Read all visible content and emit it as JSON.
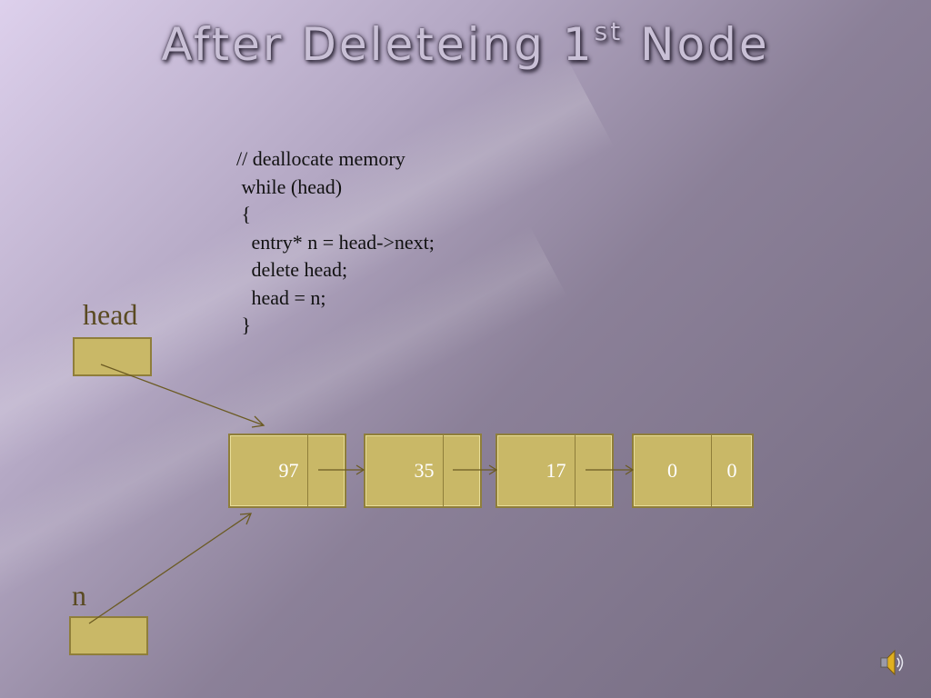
{
  "title": {
    "text": "After Deleteing 1",
    "sup": "st",
    "rest": " Node"
  },
  "code": {
    "lines": [
      "// deallocate memory",
      " while (head)",
      " {",
      "   entry* n = head->next;",
      "   delete head;",
      "   head = n;",
      " }"
    ]
  },
  "pointers": {
    "head_label": "head",
    "n_label": "n"
  },
  "nodes": [
    {
      "value": "97",
      "next": ""
    },
    {
      "value": "35",
      "next": ""
    },
    {
      "value": "17",
      "next": ""
    },
    {
      "value": "0",
      "next": "0"
    }
  ],
  "icons": {
    "speaker": "speaker-icon"
  },
  "colors": {
    "node_fill": "#c9b867",
    "node_border": "#8f7e3a",
    "arrow": "#6b5a22"
  }
}
